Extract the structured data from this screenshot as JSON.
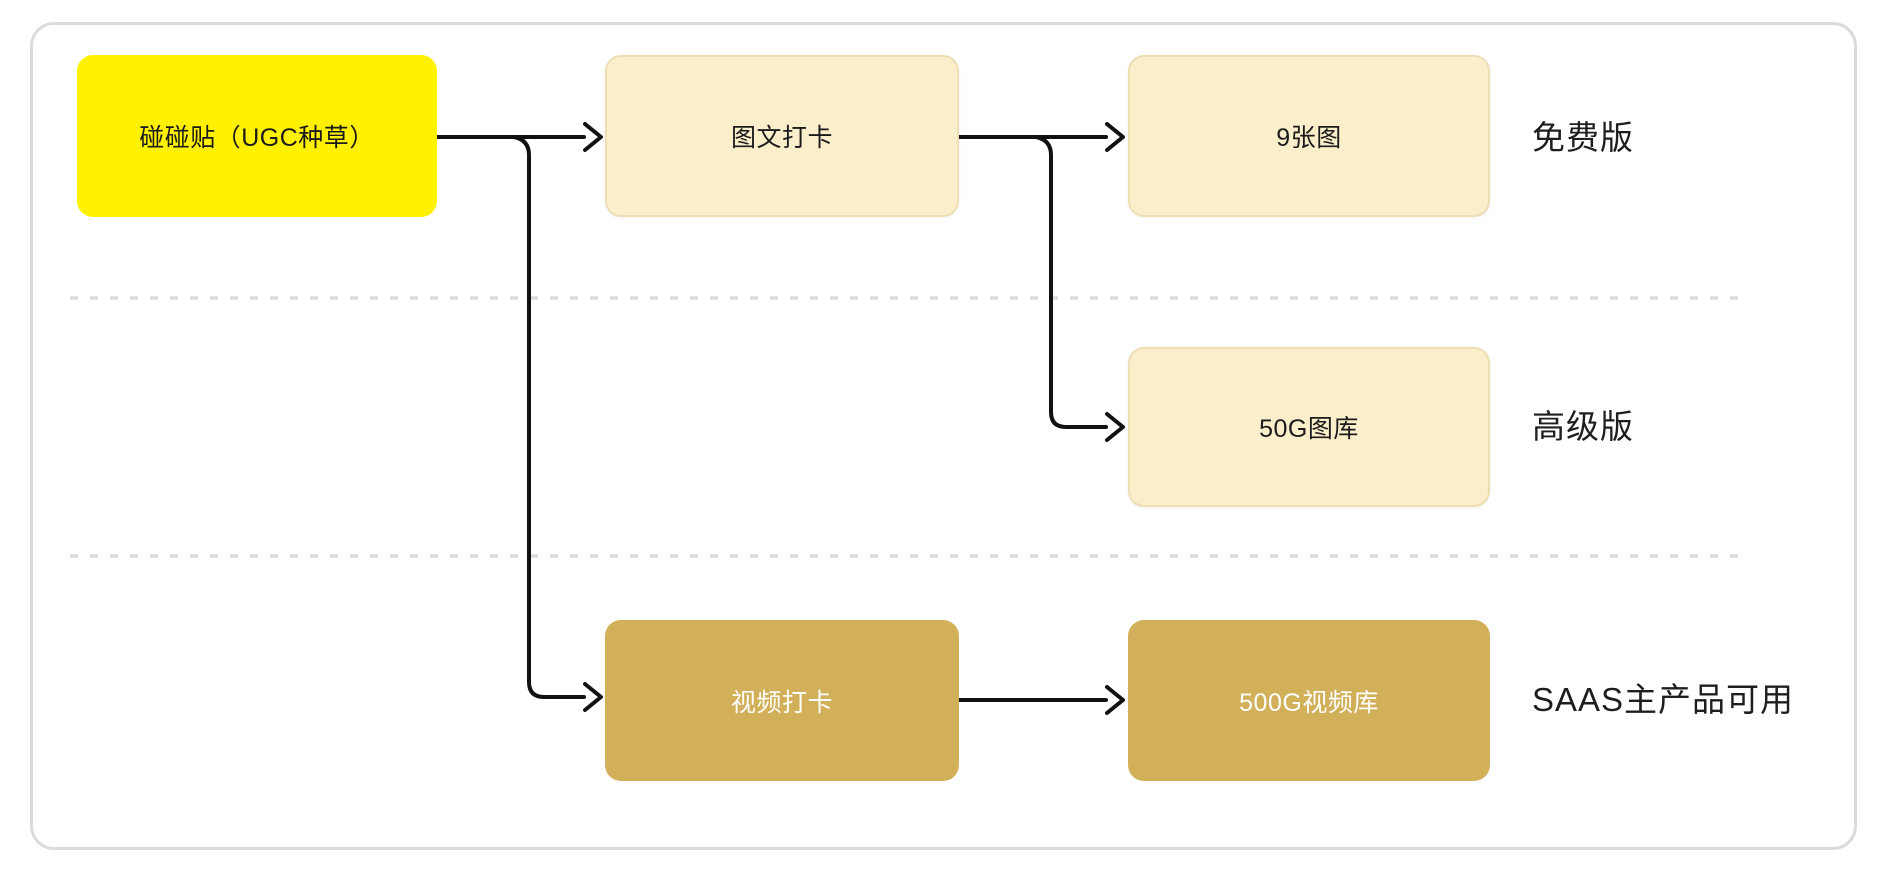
{
  "nodes": {
    "source": {
      "label": "碰碰贴（UGC种草）",
      "fill": "#FFF100",
      "text_color": "#1B1B1B"
    },
    "photo_checkin": {
      "label": "图文打卡",
      "fill": "#FBEECB",
      "text_color": "#1B1B1B"
    },
    "nine_photos": {
      "label": "9张图",
      "fill": "#FBEECB",
      "text_color": "#1B1B1B"
    },
    "photo_library_50g": {
      "label": "50G图库",
      "fill": "#FBEECB",
      "text_color": "#1B1B1B"
    },
    "video_checkin": {
      "label": "视频打卡",
      "fill": "#D2B059",
      "text_color": "#FFFFFF"
    },
    "video_library_500g": {
      "label": "500G视频库",
      "fill": "#D2B059",
      "text_color": "#FFFFFF"
    }
  },
  "tiers": {
    "free": {
      "label": "免费版"
    },
    "premium": {
      "label": "高级版"
    },
    "saas": {
      "label": "SAAS主产品可用"
    }
  },
  "edges": [
    {
      "from": "source",
      "to": "photo_checkin"
    },
    {
      "from": "source",
      "to": "video_checkin"
    },
    {
      "from": "photo_checkin",
      "to": "nine_photos"
    },
    {
      "from": "photo_checkin",
      "to": "photo_library_50g"
    },
    {
      "from": "video_checkin",
      "to": "video_library_500g"
    }
  ],
  "colors": {
    "background": "#FFFFFF",
    "card_border": "#DBDBDB",
    "highlight_yellow": "#FFF100",
    "cream": "#FBEECB",
    "gold": "#D2B059",
    "arrow": "#111111",
    "divider_dash": "#DCDCDC"
  }
}
